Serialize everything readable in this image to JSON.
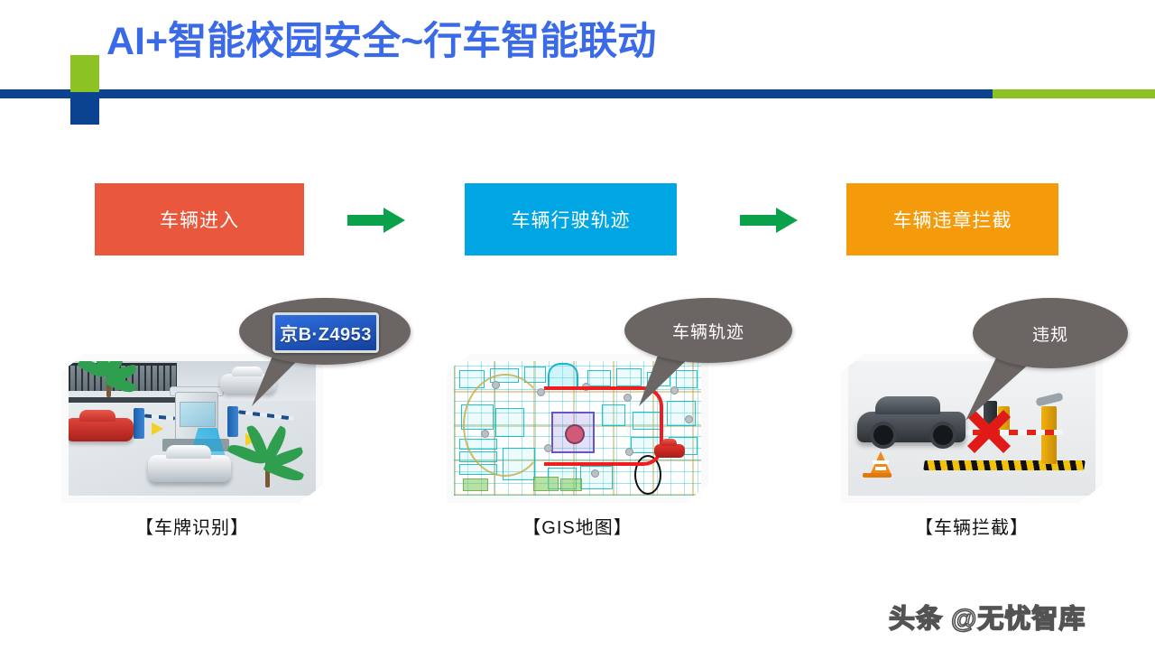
{
  "slide": {
    "title": "AI+智能校园安全~行车智能联动",
    "title_color": "#3a6ae8",
    "rule_blue_color": "#0b4391",
    "rule_green_color": "#8cc224",
    "background": "#ffffff"
  },
  "process": {
    "steps": [
      {
        "label": "车辆进入",
        "color": "#e9573d"
      },
      {
        "label": "车辆行驶轨迹",
        "color": "#00a5e3"
      },
      {
        "label": "车辆违章拦截",
        "color": "#f59b0b"
      }
    ],
    "arrow_color": "#0aa14b",
    "arrow_count": 2
  },
  "panels": [
    {
      "caption": "【车牌识别】",
      "callout": "",
      "callout_plate_text": "京B·Z4953",
      "scene": "parking-lot-entrance"
    },
    {
      "caption": "【GIS地图】",
      "callout": "车辆轨迹",
      "scene": "campus-gis-map"
    },
    {
      "caption": "【车辆拦截】",
      "callout": "违规",
      "scene": "vehicle-blocked-at-gate"
    }
  ],
  "callout_style": {
    "fill": "#6b6663",
    "text_color": "#ffffff"
  },
  "watermark": {
    "text": "头条 @无忧智库"
  }
}
